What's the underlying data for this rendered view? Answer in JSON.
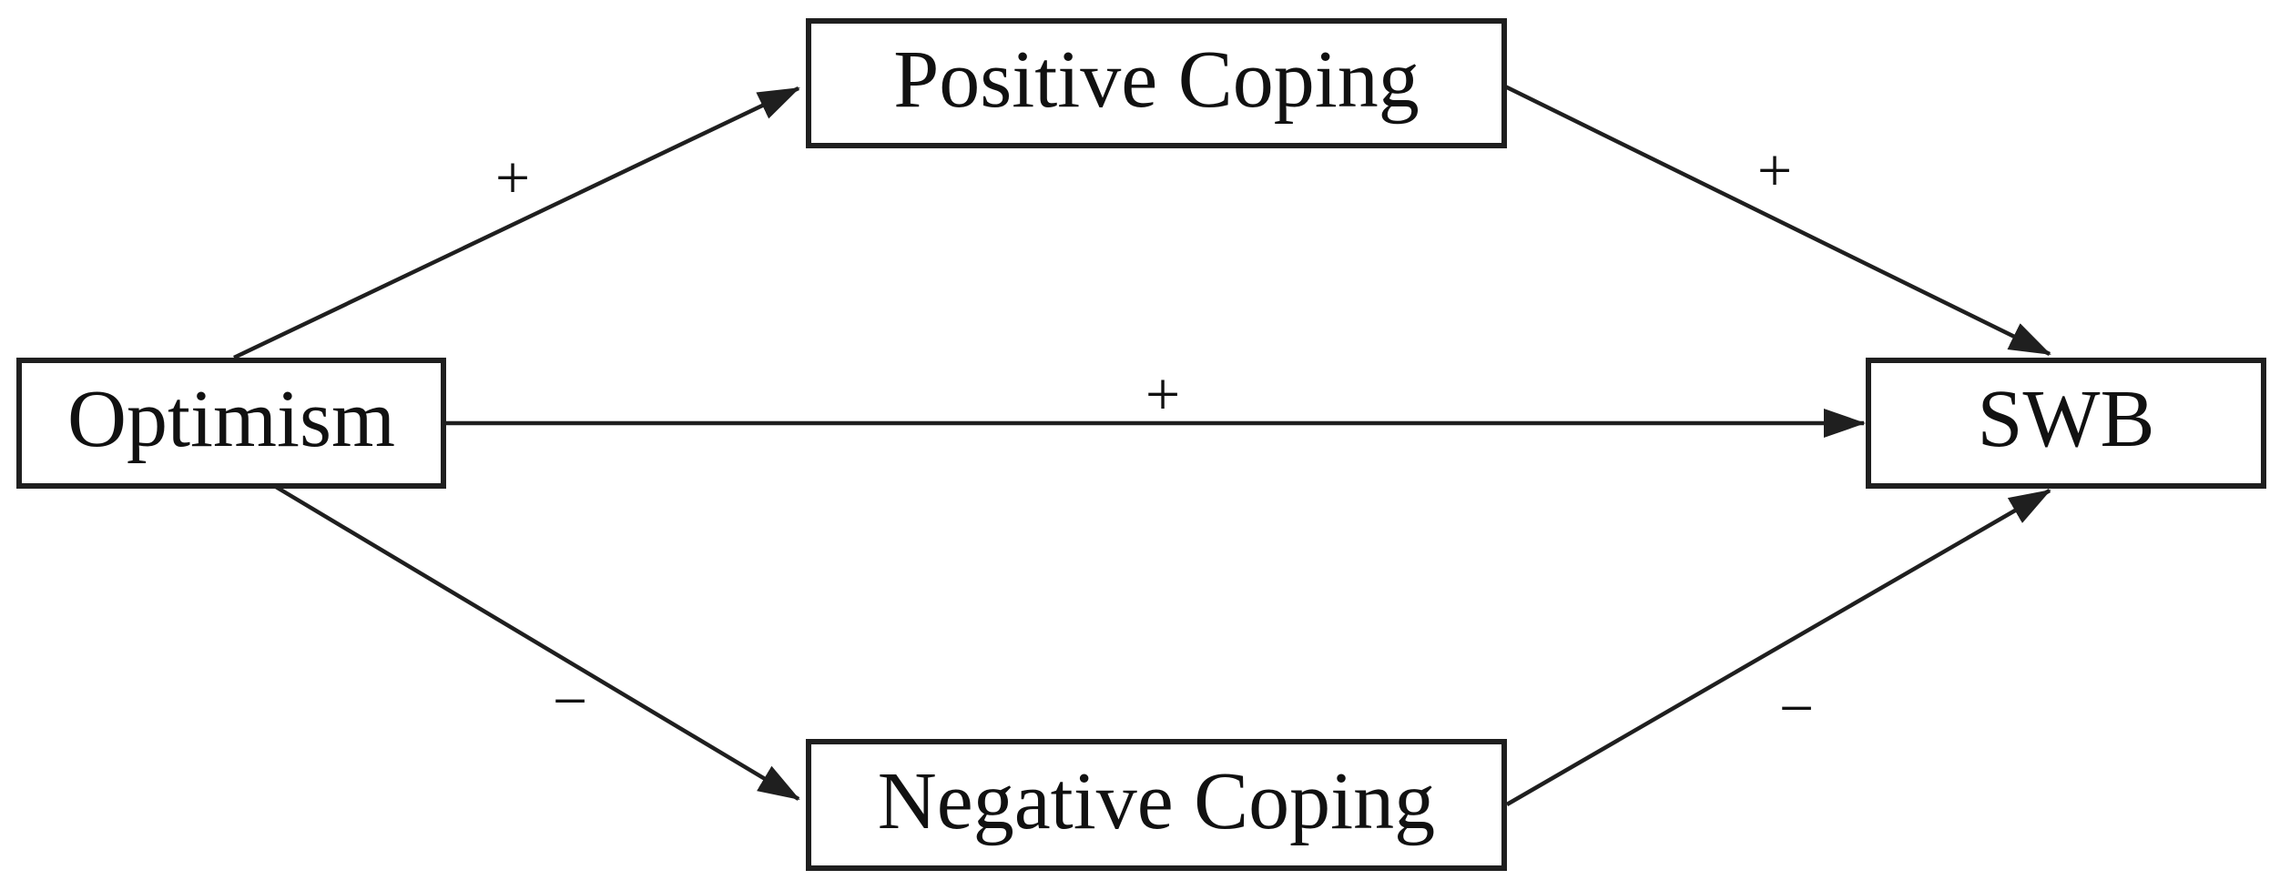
{
  "figure": {
    "kind": "mediation-path-diagram",
    "background_color": "#ffffff",
    "line_color": "#1f1f1f",
    "text_color": "#111111"
  },
  "nodes": {
    "optimism": {
      "label": "Optimism",
      "role": "predictor"
    },
    "positive_coping": {
      "label": "Positive Coping",
      "role": "mediator-top"
    },
    "negative_coping": {
      "label": "Negative Coping",
      "role": "mediator-bottom"
    },
    "swb": {
      "label": "SWB",
      "role": "outcome"
    }
  },
  "edges": {
    "optimism_to_positive_coping": {
      "from": "Optimism",
      "to": "Positive Coping",
      "sign": "+"
    },
    "positive_coping_to_swb": {
      "from": "Positive Coping",
      "to": "SWB",
      "sign": "+"
    },
    "optimism_to_swb": {
      "from": "Optimism",
      "to": "SWB",
      "sign": "+"
    },
    "optimism_to_negative_coping": {
      "from": "Optimism",
      "to": "Negative Coping",
      "sign": "−"
    },
    "negative_coping_to_swb": {
      "from": "Negative Coping",
      "to": "SWB",
      "sign": "−"
    }
  }
}
